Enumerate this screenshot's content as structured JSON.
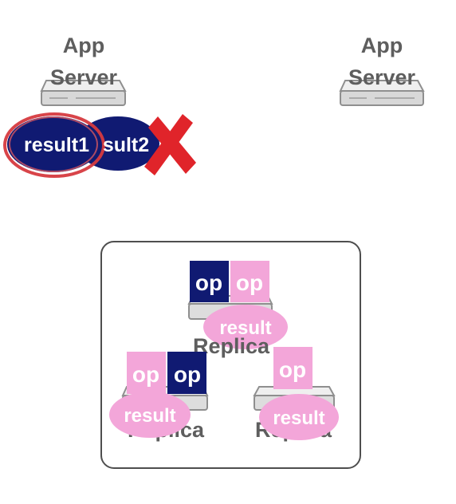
{
  "app_servers": [
    {
      "label_line1": "App",
      "label_line2": "Server"
    },
    {
      "label_line1": "App",
      "label_line2": "Server"
    }
  ],
  "results_bar": {
    "result1": "result1",
    "result2": "sult2"
  },
  "replica_group": {
    "replicas": [
      {
        "label": "Replica",
        "ops": [
          "op",
          "op"
        ],
        "result": "result"
      },
      {
        "label": "Replica",
        "ops": [
          "op",
          "op"
        ],
        "result": "result"
      },
      {
        "label": "Replica",
        "ops": [
          "op"
        ],
        "result": "result"
      }
    ]
  },
  "colors": {
    "navy": "#101a72",
    "pink": "#f3a6d9",
    "red": "#e0242a",
    "label_gray": "#5e5e5e",
    "server_light": "#f1f1f1",
    "server_dark": "#8f8f8f"
  },
  "icons": [
    "server-icon",
    "cross-icon"
  ]
}
